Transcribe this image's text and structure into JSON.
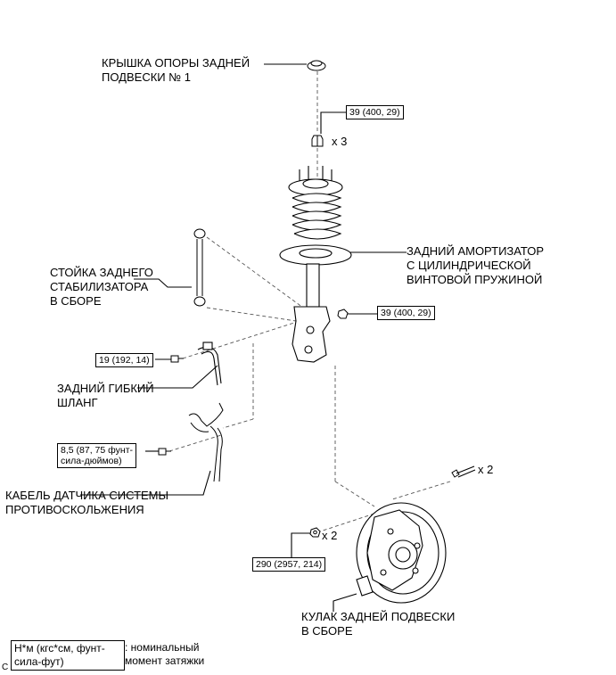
{
  "labels": {
    "cover": "КРЫШКА ОПОРЫ ЗАДНЕЙ\nПОДВЕСКИ № 1",
    "shock": "ЗАДНИЙ АМОРТИЗАТОР\nС ЦИЛИНДРИЧЕСКОЙ\nВИНТОВОЙ ПРУЖИНОЙ",
    "stabilizer": "СТОЙКА ЗАДНЕГО\nСТАБИЛИЗАТОРА\nВ СБОРЕ",
    "hose": "ЗАДНИЙ ГИБКИЙ\nШЛАНГ",
    "abs_cable": "КАБЕЛЬ ДАТЧИКА СИСТЕМЫ\nПРОТИВОСКОЛЬЖЕНИЯ",
    "knuckle": "КУЛАК ЗАДНЕЙ ПОДВЕСКИ\nВ СБОРЕ"
  },
  "torques": {
    "top_nuts": "39 (400, 29)",
    "lower_nut": "39 (400, 29)",
    "hose_bolt": "19 (192, 14)",
    "abs_bolt": "8,5 (87, 75 фунт-\nсила-дюймов)",
    "knuckle_nut": "290 (2957, 214)"
  },
  "quantities": {
    "top_nuts": "x 3",
    "knuckle_bolt": "x 2",
    "knuckle_nut": "x 2"
  },
  "legend": {
    "box": "Н*м (кгс*см, фунт-\nсила-фут)",
    "text": ": номинальный\nмомент затяжки"
  },
  "corner_code": "C"
}
